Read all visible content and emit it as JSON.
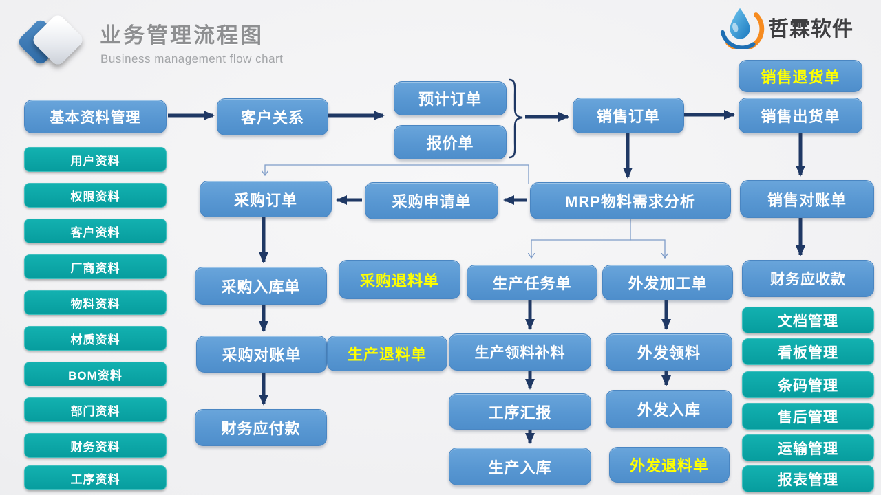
{
  "header": {
    "title": "业务管理流程图",
    "subtitle": "Business management flow chart",
    "brand": "哲霖软件"
  },
  "left_column": {
    "header": "基本资料管理",
    "items": [
      "用户资料",
      "权限资料",
      "客户资料",
      "厂商资料",
      "物料资料",
      "材质资料",
      "BOM资料",
      "部门资料",
      "财务资料",
      "工序资料"
    ]
  },
  "right_column": [
    "文档管理",
    "看板管理",
    "条码管理",
    "售后管理",
    "运输管理",
    "报表管理"
  ],
  "nodes": {
    "customer_relation": "客户关系",
    "forecast_order": "预计订单",
    "quotation": "报价单",
    "sales_order": "销售订单",
    "sales_return": "销售退货单",
    "sales_shipment": "销售出货单",
    "sales_statement": "销售对账单",
    "finance_receivable": "财务应收款",
    "mrp": "MRP物料需求分析",
    "purchase_request": "采购申请单",
    "purchase_order": "采购订单",
    "purchase_receipt": "采购入库单",
    "purchase_return": "采购退料单",
    "purchase_statement": "采购对账单",
    "production_return": "生产退料单",
    "finance_payable": "财务应付款",
    "production_task": "生产任务单",
    "outsource_process": "外发加工单",
    "production_picking": "生产领料补料",
    "outsource_picking": "外发领料",
    "process_report": "工序汇报",
    "outsource_receipt": "外发入库",
    "production_receipt": "生产入库",
    "outsource_return": "外发退料单"
  },
  "colors": {
    "box_blue": "#5B9BD5",
    "box_teal": "#0AA6A6",
    "arrow_navy": "#1F3864",
    "highlight_yellow": "#FFFF00"
  }
}
